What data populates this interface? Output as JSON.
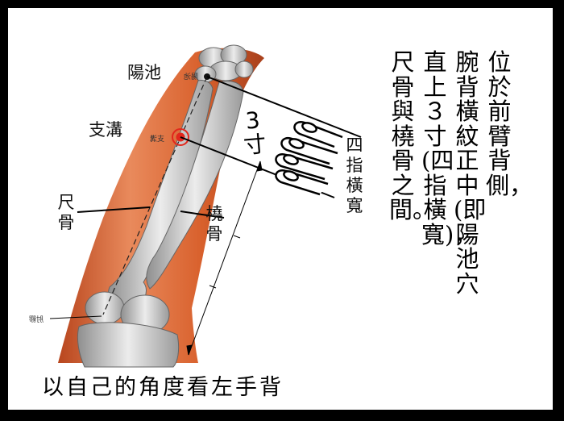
{
  "labels": {
    "yangchi": "陽池",
    "zhigou": "支溝",
    "chigu": "尺骨",
    "raogu": "橈骨",
    "four_finger": "四指橫寬",
    "measure_num": "3",
    "measure_unit": "寸",
    "tiny_yangchi": "陽池",
    "tiny_zhigou": "支溝",
    "tiny_elbow": "肘髎"
  },
  "description_columns": [
    "位於前臂背側，",
    "腕背橫紋正中(即陽池穴",
    "直上３寸(四指橫寬)，",
    "尺骨與橈骨之間。"
  ],
  "caption": "以自己的角度看左手背",
  "colors": {
    "skin": "#d8602c",
    "skin_light": "#e98a5c",
    "bone": "#cfcfcf",
    "acupoint": "#e2261c",
    "frame": "#000000"
  }
}
